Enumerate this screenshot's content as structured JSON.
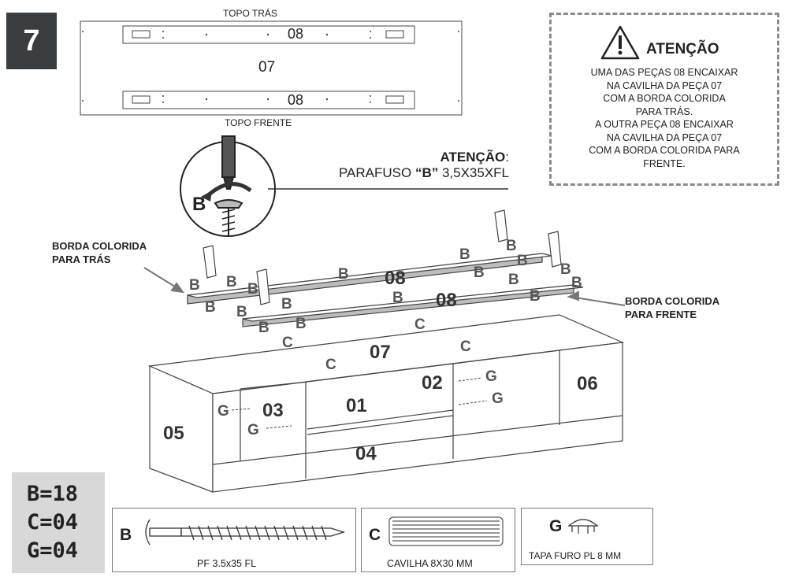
{
  "step": "7",
  "top_view": {
    "label_back": "TOPO TRÁS",
    "label_front": "TOPO FRENTE",
    "panel": "07",
    "strip": "08"
  },
  "warning_box": {
    "title": "ATENÇÃO",
    "lines": [
      "UMA DAS PEÇAS 08 ENCAIXAR",
      "NA CAVILHA DA PEÇA 07",
      "COM A BORDA COLORIDA",
      "PARA TRÁS.",
      "A OUTRA PEÇA 08 ENCAIXAR",
      "NA CAVILHA DA PEÇA 07",
      "COM A BORDA COLORIDA PARA",
      "FRENTE."
    ]
  },
  "screw_note": {
    "title": "ATENÇÃO",
    "colon": ":",
    "prefix": "PARAFUSO ",
    "screw": "“B”",
    "spec": " 3,5X35XFL",
    "letter": "B"
  },
  "edge_labels": {
    "back_1": "BORDA COLORIDA",
    "back_2": "PARA TRÁS",
    "front_1": "BORDA COLORIDA",
    "front_2": "PARA FRENTE"
  },
  "parts": {
    "p01": "01",
    "p02": "02",
    "p03": "03",
    "p04": "04",
    "p05": "05",
    "p06": "06",
    "p07": "07",
    "p08": "08"
  },
  "markers": {
    "B": "B",
    "C": "C",
    "G": "G"
  },
  "quantities": {
    "b": "B=18",
    "c": "C=04",
    "g": "G=04"
  },
  "hardware": {
    "b_letter": "B",
    "b_caption": "PF 3.5x35 FL",
    "c_letter": "C",
    "c_caption": "CAVILHA 8X30 MM",
    "g_letter": "G",
    "g_caption": "TAPA FURO PL 8 MM"
  }
}
